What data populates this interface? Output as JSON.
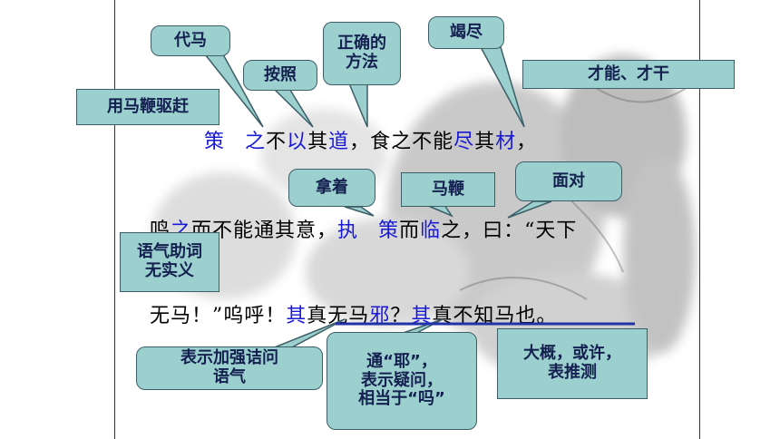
{
  "text": {
    "line1": [
      "策",
      "之",
      "不",
      "以",
      "其",
      "道",
      "，食之不能",
      "尽",
      "其",
      "材",
      "，"
    ],
    "line2": [
      "鸣",
      "之",
      "而不能通其意，",
      "执",
      "策",
      "而",
      "临",
      "之，曰：“天下"
    ],
    "line3": [
      "无马！”呜呼！",
      "其",
      "真无马",
      "邪",
      "？",
      "其",
      "真不知马",
      "也",
      "。"
    ]
  },
  "annotations": {
    "dai_ma": "代马",
    "an_zhao": "按照",
    "zhengque_fangfa": [
      "正确的",
      "方法"
    ],
    "jie_jin": "竭尽",
    "cai_neng": "才能、才干",
    "yong_mabian": "用马鞭驱赶",
    "na_zhe": "拿着",
    "ma_bian": "马鞭",
    "mian_dui": "面对",
    "yuqi_zhuci": [
      "语气助词",
      "无实义"
    ],
    "biaoshi_jieqiang": [
      "表示加强诘问",
      "语气"
    ],
    "tong_ye": [
      "通“耶”，",
      "表示疑问，",
      "相当于“吗”"
    ],
    "dagai": [
      "大概，或许，",
      "表推测"
    ]
  },
  "colors": {
    "box_fill": "#9cd0cf",
    "box_border": "#3c5e66",
    "box_text": "#142050",
    "highlight_text": "#1a1ad6"
  }
}
